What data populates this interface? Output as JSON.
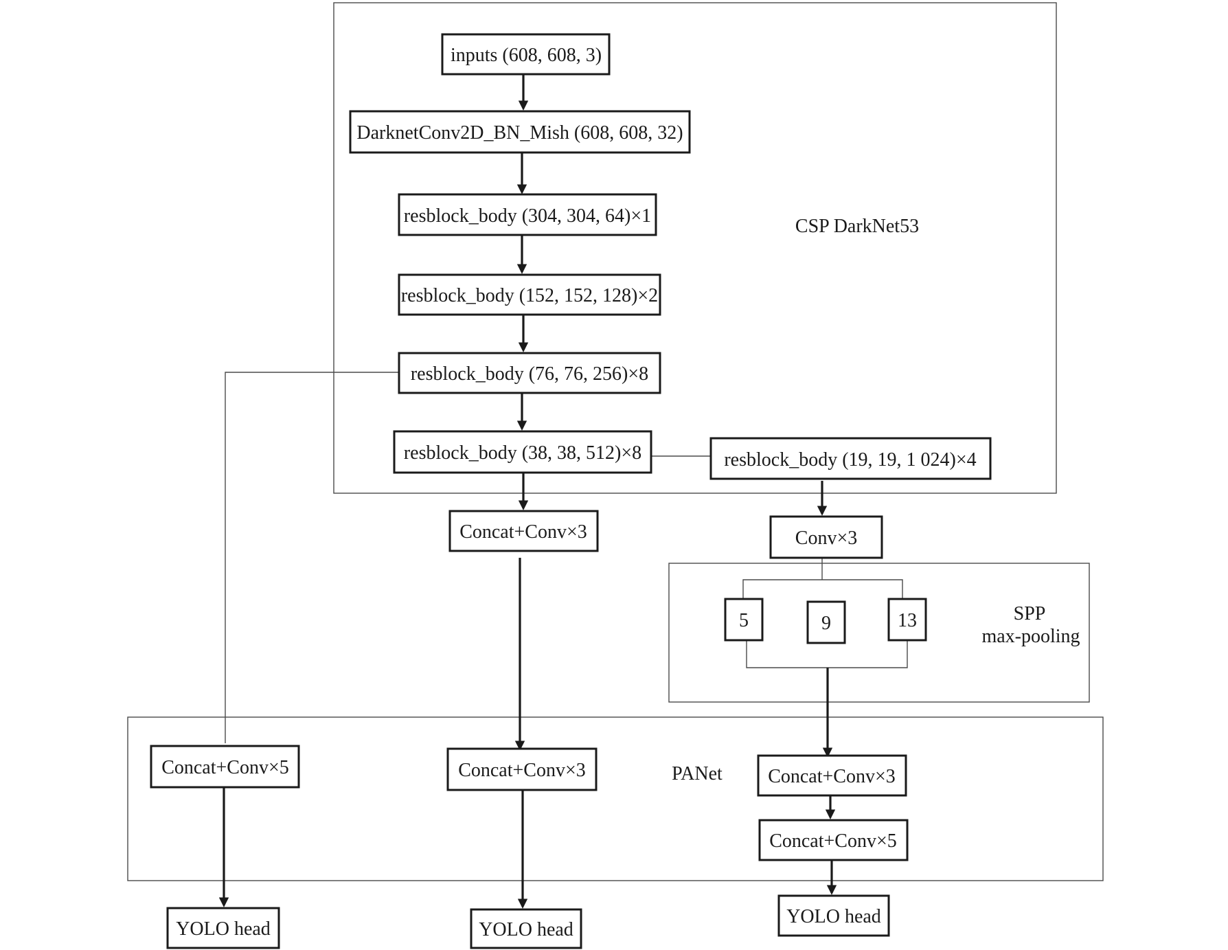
{
  "regions": {
    "backbone": {
      "label": "CSP DarkNet53"
    },
    "spp": {
      "label_line1": "SPP",
      "label_line2": "max-pooling"
    },
    "panet": {
      "label": "PANet"
    }
  },
  "nodes": {
    "inputs": "inputs (608, 608, 3)",
    "darknet_conv": "DarknetConv2D_BN_Mish (608, 608, 32)",
    "res1": "resblock_body (304, 304, 64)×1",
    "res2": "resblock_body (152, 152, 128)×2",
    "res8a": "resblock_body (76, 76, 256)×8",
    "res8b": "resblock_body (38, 38, 512)×8",
    "res4": "resblock_body (19, 19, 1 024)×4",
    "concat_conv3_mid": "Concat+Conv×3",
    "conv3": "Conv×3",
    "pool5": "5",
    "pool9": "9",
    "pool13": "13",
    "concat_conv5_left": "Concat+Conv×5",
    "concat_conv3_center": "Concat+Conv×3",
    "concat_conv3_right": "Concat+Conv×3",
    "concat_conv5_right": "Concat+Conv×5",
    "yolo_left": "YOLO head",
    "yolo_center": "YOLO head",
    "yolo_right": "YOLO head"
  }
}
